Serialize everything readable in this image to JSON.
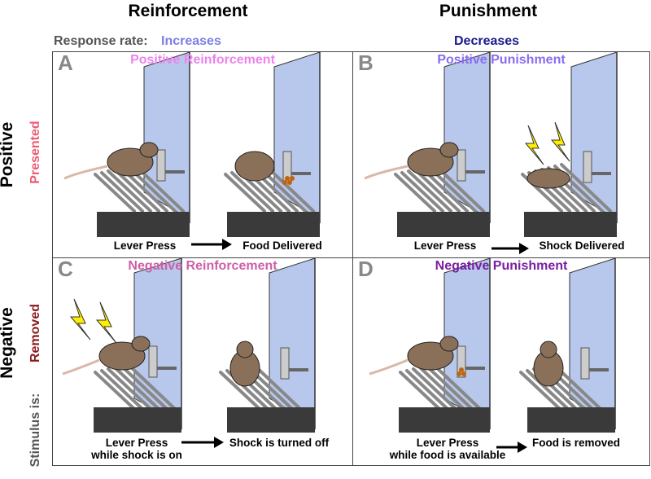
{
  "columns": {
    "reinforcement": "Reinforcement",
    "punishment": "Punishment"
  },
  "response_rate": {
    "label": "Response rate:",
    "increases": "Increases",
    "decreases": "Decreases"
  },
  "rows": {
    "positive": {
      "label": "Positive",
      "stimulus": "Presented"
    },
    "negative": {
      "label": "Negative",
      "stimulus": "Removed"
    },
    "stimulus_is": "Stimulus is:"
  },
  "panels": {
    "A": {
      "letter": "A",
      "title": "Positive Reinforcement",
      "title_color": "#ee82ee",
      "left_caption": "Lever Press",
      "right_caption": "Food Delivered"
    },
    "B": {
      "letter": "B",
      "title": "Positive Punishment",
      "title_color": "#8a6cf0",
      "left_caption": "Lever Press",
      "right_caption": "Shock Delivered"
    },
    "C": {
      "letter": "C",
      "title": "Negative Reinforcement",
      "title_color": "#cc5fa8",
      "left_caption_1": "Lever Press",
      "left_caption_2": "while shock is on",
      "right_caption": "Shock is turned off"
    },
    "D": {
      "letter": "D",
      "title": "Negative Punishment",
      "title_color": "#7a1ea0",
      "left_caption_1": "Lever Press",
      "left_caption_2": "while food is available",
      "right_caption": "Food is removed"
    }
  },
  "colors": {
    "increases": "#7e7ee6",
    "decreases": "#1a1a8c",
    "presented": "#ee5a72",
    "removed": "#8b1a1a",
    "rat": "#8a7058",
    "floor": "#3a3a3a",
    "wall": "#b8c8ec",
    "shock": "#ffee00"
  }
}
